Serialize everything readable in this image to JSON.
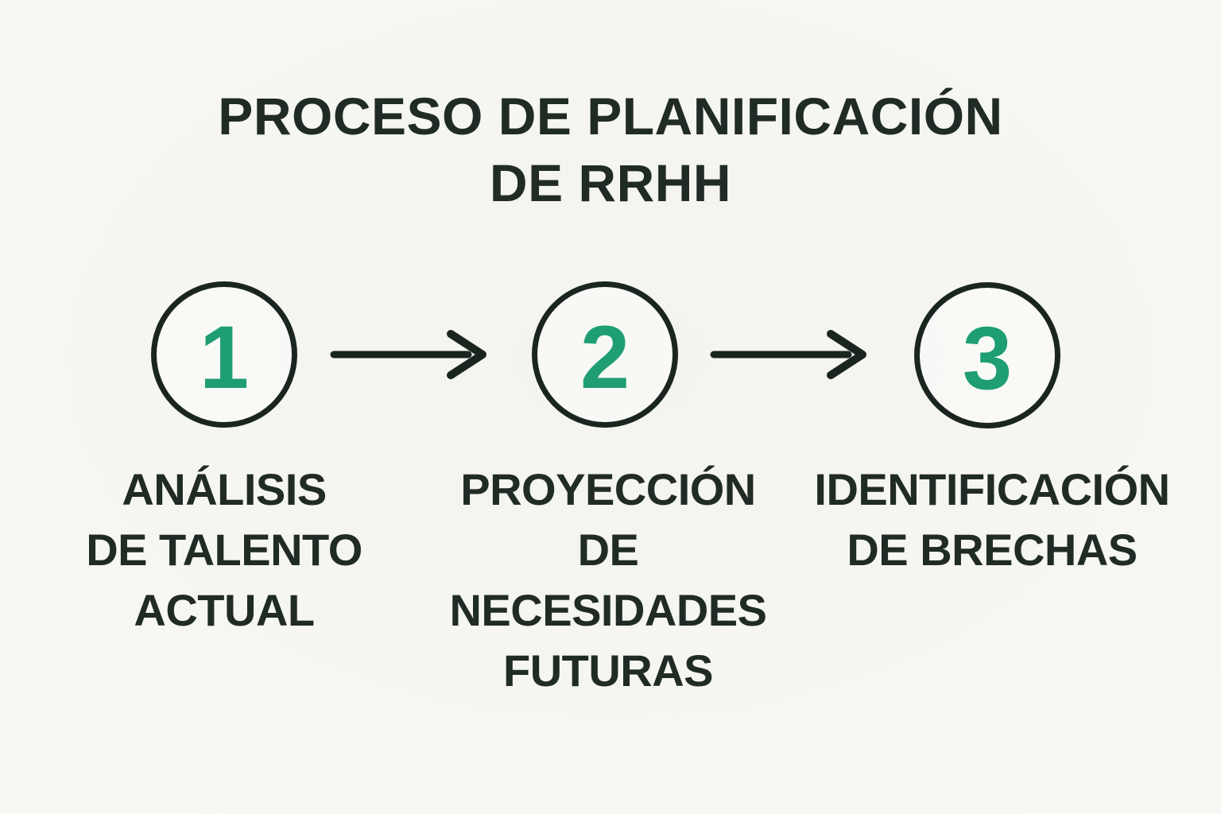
{
  "title": {
    "line1": "PROCESO DE PLANIFICACIÓN",
    "line2": "DE RRHH"
  },
  "steps": [
    {
      "number": "1",
      "label_lines": [
        "ANÁLISIS",
        "DE TALENTO",
        "ACTUAL"
      ]
    },
    {
      "number": "2",
      "label_lines": [
        "PROYECCIÓN",
        "DE NECESIDADES",
        "FUTURAS"
      ]
    },
    {
      "number": "3",
      "label_lines": [
        "IDENTIFICACIÓN",
        "DE BRECHAS"
      ]
    }
  ],
  "colors": {
    "background": "#f6f6f2",
    "ink": "#212b26",
    "accent_green": "#1e9e72",
    "circle_stroke": "#1b2520"
  }
}
